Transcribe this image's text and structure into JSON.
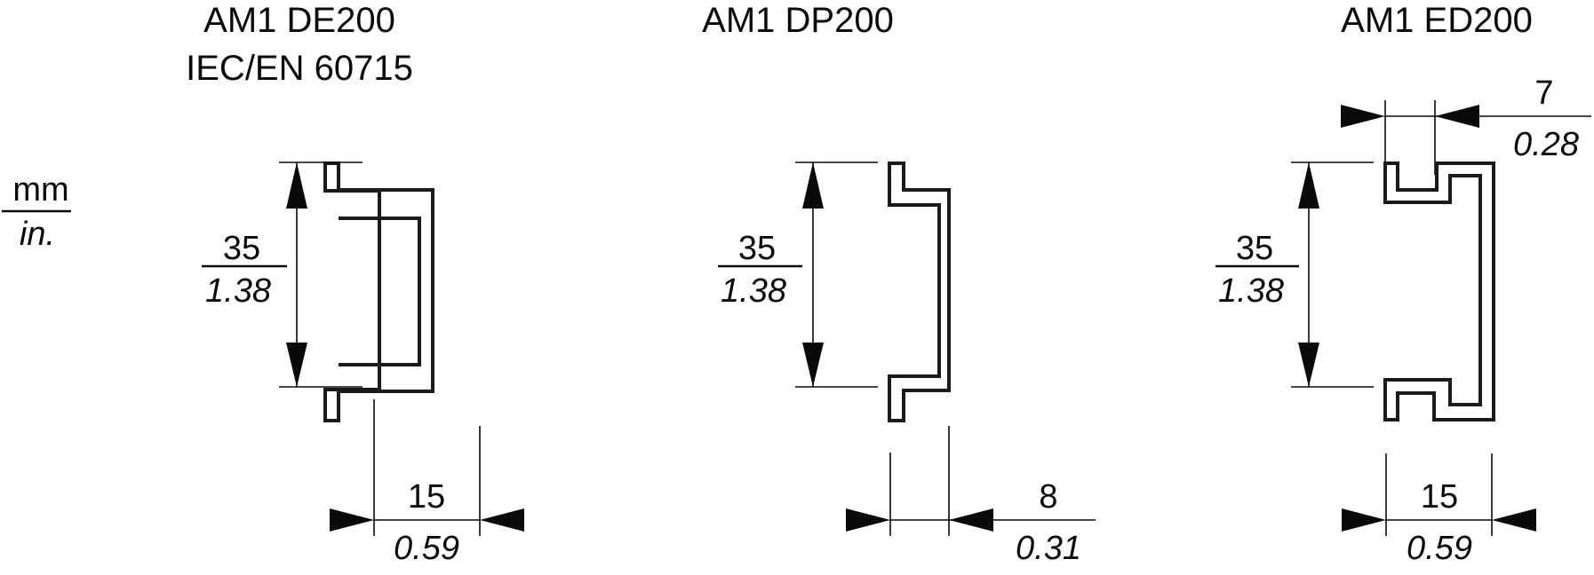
{
  "units": {
    "primary": "mm",
    "secondary": "in."
  },
  "rails": [
    {
      "model": "AM1 DE200",
      "standard": "IEC/EN 60715",
      "height": {
        "mm": "35",
        "in": "1.38"
      },
      "width": {
        "mm": "15",
        "in": "0.59"
      }
    },
    {
      "model": "AM1 DP200",
      "height": {
        "mm": "35",
        "in": "1.38"
      },
      "depth": {
        "mm": "8",
        "in": "0.31"
      }
    },
    {
      "model": "AM1 ED200",
      "slot": {
        "mm": "7",
        "in": "0.28"
      },
      "height": {
        "mm": "35",
        "in": "1.38"
      },
      "width": {
        "mm": "15",
        "in": "0.59"
      }
    }
  ],
  "colors": {
    "line": "#0a0a0a",
    "background": "#ffffff"
  }
}
